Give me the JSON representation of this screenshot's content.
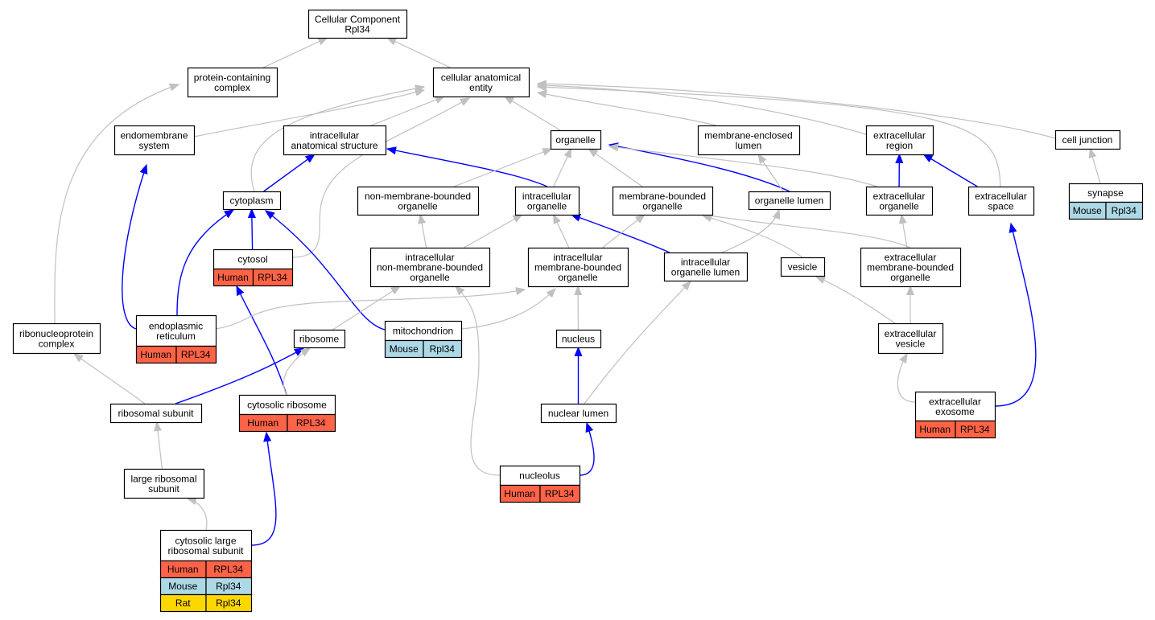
{
  "colors": {
    "edge_plain": "#c0c0c0",
    "edge_highlight": "#0000ff",
    "node_border": "#000000",
    "node_fill": "#ffffff",
    "human": "#ff6347",
    "mouse": "#add8e6",
    "rat": "#ffd700"
  },
  "nodes": {
    "root": {
      "lines": [
        "Cellular Component",
        "Rpl34"
      ]
    },
    "protein_containing_complex": {
      "lines": [
        "protein-containing",
        "complex"
      ]
    },
    "cellular_anatomical_entity": {
      "lines": [
        "cellular anatomical",
        "entity"
      ]
    },
    "endomembrane_system": {
      "lines": [
        "endomembrane",
        "system"
      ]
    },
    "intracellular_anatomical_structure": {
      "lines": [
        "intracellular",
        "anatomical structure"
      ]
    },
    "organelle": {
      "lines": [
        "organelle"
      ]
    },
    "membrane_enclosed_lumen": {
      "lines": [
        "membrane-enclosed",
        "lumen"
      ]
    },
    "extracellular_region": {
      "lines": [
        "extracellular",
        "region"
      ]
    },
    "cell_junction": {
      "lines": [
        "cell junction"
      ]
    },
    "cytoplasm": {
      "lines": [
        "cytoplasm"
      ]
    },
    "non_membrane_bounded_organelle": {
      "lines": [
        "non-membrane-bounded",
        "organelle"
      ]
    },
    "intracellular_organelle": {
      "lines": [
        "intracellular",
        "organelle"
      ]
    },
    "membrane_bounded_organelle": {
      "lines": [
        "membrane-bounded",
        "organelle"
      ]
    },
    "organelle_lumen": {
      "lines": [
        "organelle lumen"
      ]
    },
    "extracellular_organelle": {
      "lines": [
        "extracellular",
        "organelle"
      ]
    },
    "extracellular_space": {
      "lines": [
        "extracellular",
        "space"
      ]
    },
    "synapse": {
      "lines": [
        "synapse"
      ],
      "annotations": [
        {
          "species": "Mouse",
          "gene": "Rpl34"
        }
      ]
    },
    "cytosol": {
      "lines": [
        "cytosol"
      ],
      "annotations": [
        {
          "species": "Human",
          "gene": "RPL34"
        }
      ]
    },
    "intracellular_non_membrane_bounded_organelle": {
      "lines": [
        "intracellular",
        "non-membrane-bounded",
        "organelle"
      ]
    },
    "intracellular_membrane_bounded_organelle": {
      "lines": [
        "intracellular",
        "membrane-bounded",
        "organelle"
      ]
    },
    "intracellular_organelle_lumen": {
      "lines": [
        "intracellular",
        "organelle lumen"
      ]
    },
    "vesicle": {
      "lines": [
        "vesicle"
      ]
    },
    "extracellular_membrane_bounded_organelle": {
      "lines": [
        "extracellular",
        "membrane-bounded",
        "organelle"
      ]
    },
    "ribonucleoprotein_complex": {
      "lines": [
        "ribonucleoprotein",
        "complex"
      ]
    },
    "endoplasmic_reticulum": {
      "lines": [
        "endoplasmic",
        "reticulum"
      ],
      "annotations": [
        {
          "species": "Human",
          "gene": "RPL34"
        }
      ]
    },
    "ribosome": {
      "lines": [
        "ribosome"
      ]
    },
    "mitochondrion": {
      "lines": [
        "mitochondrion"
      ],
      "annotations": [
        {
          "species": "Mouse",
          "gene": "Rpl34"
        }
      ]
    },
    "nucleus": {
      "lines": [
        "nucleus"
      ]
    },
    "extracellular_vesicle": {
      "lines": [
        "extracellular",
        "vesicle"
      ]
    },
    "ribosomal_subunit": {
      "lines": [
        "ribosomal subunit"
      ]
    },
    "cytosolic_ribosome": {
      "lines": [
        "cytosolic ribosome"
      ],
      "annotations": [
        {
          "species": "Human",
          "gene": "RPL34"
        }
      ]
    },
    "nuclear_lumen": {
      "lines": [
        "nuclear lumen"
      ]
    },
    "extracellular_exosome": {
      "lines": [
        "extracellular",
        "exosome"
      ],
      "annotations": [
        {
          "species": "Human",
          "gene": "RPL34"
        }
      ]
    },
    "large_ribosomal_subunit": {
      "lines": [
        "large ribosomal",
        "subunit"
      ]
    },
    "nucleolus": {
      "lines": [
        "nucleolus"
      ],
      "annotations": [
        {
          "species": "Human",
          "gene": "RPL34"
        }
      ]
    },
    "cytosolic_large_ribosomal_subunit": {
      "lines": [
        "cytosolic large",
        "ribosomal subunit"
      ],
      "annotations": [
        {
          "species": "Human",
          "gene": "RPL34"
        },
        {
          "species": "Mouse",
          "gene": "Rpl34"
        },
        {
          "species": "Rat",
          "gene": "Rpl34"
        }
      ]
    }
  },
  "edges": [
    {
      "from": "protein_containing_complex",
      "to": "root",
      "highlight": false
    },
    {
      "from": "cellular_anatomical_entity",
      "to": "root",
      "highlight": false
    },
    {
      "from": "ribonucleoprotein_complex",
      "to": "protein_containing_complex",
      "highlight": false
    },
    {
      "from": "endomembrane_system",
      "to": "cellular_anatomical_entity",
      "highlight": false
    },
    {
      "from": "intracellular_anatomical_structure",
      "to": "cellular_anatomical_entity",
      "highlight": false
    },
    {
      "from": "cytoplasm",
      "to": "cellular_anatomical_entity",
      "highlight": false
    },
    {
      "from": "cytosol",
      "to": "cellular_anatomical_entity",
      "highlight": false
    },
    {
      "from": "organelle",
      "to": "cellular_anatomical_entity",
      "highlight": false
    },
    {
      "from": "membrane_enclosed_lumen",
      "to": "cellular_anatomical_entity",
      "highlight": false
    },
    {
      "from": "extracellular_region",
      "to": "cellular_anatomical_entity",
      "highlight": false
    },
    {
      "from": "extracellular_space",
      "to": "cellular_anatomical_entity",
      "highlight": false
    },
    {
      "from": "cell_junction",
      "to": "cellular_anatomical_entity",
      "highlight": false
    },
    {
      "from": "endoplasmic_reticulum",
      "to": "endomembrane_system",
      "highlight": true
    },
    {
      "from": "cytoplasm",
      "to": "intracellular_anatomical_structure",
      "highlight": true
    },
    {
      "from": "intracellular_organelle",
      "to": "intracellular_anatomical_structure",
      "highlight": true
    },
    {
      "from": "non_membrane_bounded_organelle",
      "to": "organelle",
      "highlight": false
    },
    {
      "from": "intracellular_organelle",
      "to": "organelle",
      "highlight": false
    },
    {
      "from": "membrane_bounded_organelle",
      "to": "organelle",
      "highlight": false
    },
    {
      "from": "organelle_lumen",
      "to": "organelle",
      "highlight": true
    },
    {
      "from": "extracellular_organelle",
      "to": "organelle",
      "highlight": false
    },
    {
      "from": "organelle_lumen",
      "to": "membrane_enclosed_lumen",
      "highlight": false
    },
    {
      "from": "extracellular_organelle",
      "to": "extracellular_region",
      "highlight": true
    },
    {
      "from": "extracellular_space",
      "to": "extracellular_region",
      "highlight": true
    },
    {
      "from": "synapse",
      "to": "cell_junction",
      "highlight": false
    },
    {
      "from": "cytosol",
      "to": "cytoplasm",
      "highlight": true
    },
    {
      "from": "endoplasmic_reticulum",
      "to": "cytoplasm",
      "highlight": true
    },
    {
      "from": "mitochondrion",
      "to": "cytoplasm",
      "highlight": true
    },
    {
      "from": "intracellular_non_membrane_bounded_organelle",
      "to": "non_membrane_bounded_organelle",
      "highlight": false
    },
    {
      "from": "intracellular_non_membrane_bounded_organelle",
      "to": "intracellular_organelle",
      "highlight": false
    },
    {
      "from": "intracellular_membrane_bounded_organelle",
      "to": "intracellular_organelle",
      "highlight": false
    },
    {
      "from": "intracellular_organelle_lumen",
      "to": "intracellular_organelle",
      "highlight": true
    },
    {
      "from": "intracellular_membrane_bounded_organelle",
      "to": "membrane_bounded_organelle",
      "highlight": false
    },
    {
      "from": "vesicle",
      "to": "membrane_bounded_organelle",
      "highlight": false
    },
    {
      "from": "extracellular_membrane_bounded_organelle",
      "to": "membrane_bounded_organelle",
      "highlight": false
    },
    {
      "from": "intracellular_organelle_lumen",
      "to": "organelle_lumen",
      "highlight": false
    },
    {
      "from": "extracellular_membrane_bounded_organelle",
      "to": "extracellular_organelle",
      "highlight": false
    },
    {
      "from": "extracellular_exosome",
      "to": "extracellular_space",
      "highlight": true
    },
    {
      "from": "cytosolic_ribosome",
      "to": "cytosol",
      "highlight": true
    },
    {
      "from": "ribosome",
      "to": "intracellular_non_membrane_bounded_organelle",
      "highlight": false
    },
    {
      "from": "nucleolus",
      "to": "intracellular_non_membrane_bounded_organelle",
      "highlight": false
    },
    {
      "from": "endoplasmic_reticulum",
      "to": "intracellular_membrane_bounded_organelle",
      "highlight": false
    },
    {
      "from": "mitochondrion",
      "to": "intracellular_membrane_bounded_organelle",
      "highlight": false
    },
    {
      "from": "nucleus",
      "to": "intracellular_membrane_bounded_organelle",
      "highlight": false
    },
    {
      "from": "nuclear_lumen",
      "to": "intracellular_organelle_lumen",
      "highlight": false
    },
    {
      "from": "extracellular_vesicle",
      "to": "vesicle",
      "highlight": false
    },
    {
      "from": "extracellular_vesicle",
      "to": "extracellular_membrane_bounded_organelle",
      "highlight": false
    },
    {
      "from": "ribosomal_subunit",
      "to": "ribonucleoprotein_complex",
      "highlight": false
    },
    {
      "from": "ribosomal_subunit",
      "to": "ribosome",
      "highlight": true
    },
    {
      "from": "cytosolic_ribosome",
      "to": "ribosome",
      "highlight": false
    },
    {
      "from": "nuclear_lumen",
      "to": "nucleus",
      "highlight": true
    },
    {
      "from": "extracellular_exosome",
      "to": "extracellular_vesicle",
      "highlight": false
    },
    {
      "from": "large_ribosomal_subunit",
      "to": "ribosomal_subunit",
      "highlight": false
    },
    {
      "from": "cytosolic_large_ribosomal_subunit",
      "to": "cytosolic_ribosome",
      "highlight": true
    },
    {
      "from": "nucleolus",
      "to": "nuclear_lumen",
      "highlight": true
    },
    {
      "from": "cytosolic_large_ribosomal_subunit",
      "to": "large_ribosomal_subunit",
      "highlight": false
    }
  ]
}
